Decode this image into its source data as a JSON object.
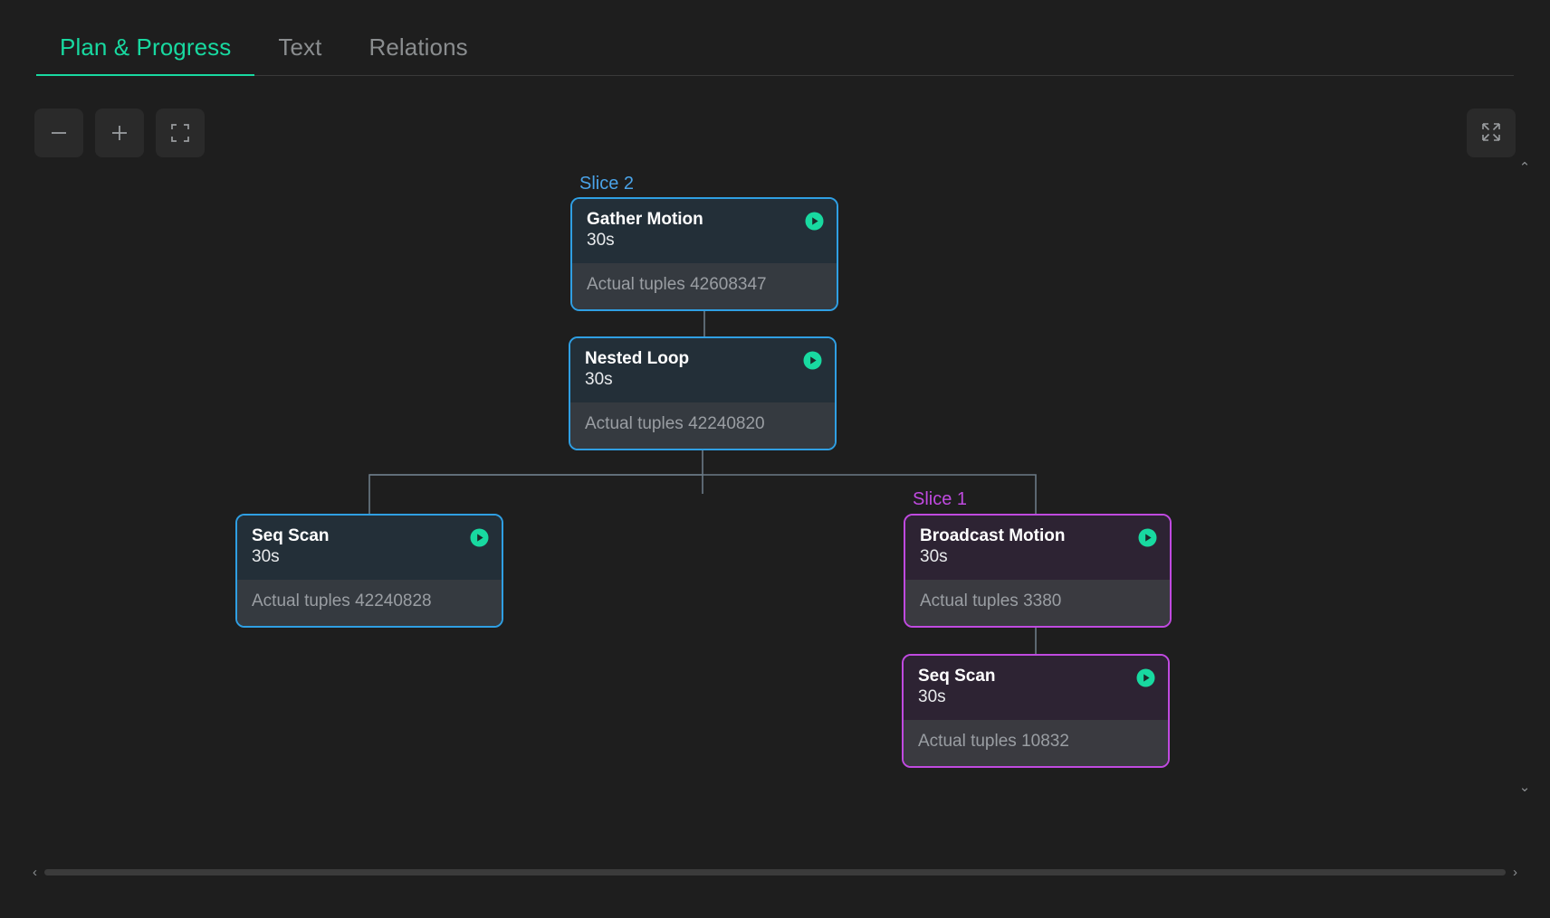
{
  "tabs": [
    {
      "label": "Plan & Progress",
      "active": true
    },
    {
      "label": "Text",
      "active": false
    },
    {
      "label": "Relations",
      "active": false
    }
  ],
  "toolbar": {
    "zoom_out_label": "−",
    "zoom_in_label": "+",
    "fit_label": "",
    "expand_label": ""
  },
  "colors": {
    "accent_active_tab": "#18d9a0",
    "slice2_blue": "#2f9fe3",
    "slice1_purple": "#c04ae0",
    "play_icon": "#18d9a0",
    "background": "#1e1e1e",
    "node_header": "#232f38",
    "node_body": "#353a40"
  },
  "slices": [
    {
      "id": "slice2",
      "label": "Slice 2",
      "color": "#4aa3e8"
    },
    {
      "id": "slice1",
      "label": "Slice 1",
      "color": "#c04ae0"
    }
  ],
  "plan_nodes": [
    {
      "id": "gather-motion",
      "title": "Gather Motion",
      "time": "30s",
      "tuples": "Actual tuples 42608347",
      "slice": "Slice 2",
      "color": "blue"
    },
    {
      "id": "nested-loop",
      "title": "Nested Loop",
      "time": "30s",
      "tuples": "Actual tuples 42240820",
      "slice": "Slice 2",
      "color": "blue"
    },
    {
      "id": "seq-scan-left",
      "title": "Seq Scan",
      "time": "30s",
      "tuples": "Actual tuples 42240828",
      "slice": "Slice 2",
      "color": "blue"
    },
    {
      "id": "broadcast-motion",
      "title": "Broadcast Motion",
      "time": "30s",
      "tuples": "Actual tuples 3380",
      "slice": "Slice 1",
      "color": "purple"
    },
    {
      "id": "seq-scan-right",
      "title": "Seq Scan",
      "time": "30s",
      "tuples": "Actual tuples 10832",
      "slice": "Slice 1",
      "color": "purple"
    }
  ],
  "scrollbars": {
    "vertical_up": "⌃",
    "vertical_down": "⌄",
    "horizontal_left": "‹",
    "horizontal_right": "›"
  }
}
